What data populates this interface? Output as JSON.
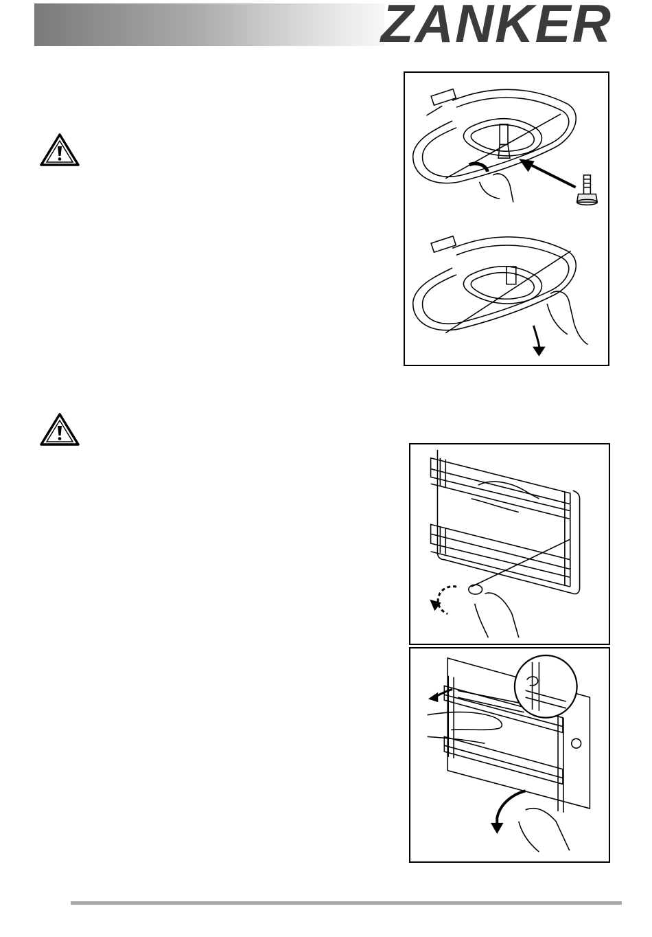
{
  "header": {
    "brand": "ZANKER"
  },
  "icons": {
    "warning": "warning-triangle-icon"
  },
  "figures": {
    "grill_element_remove": "grill-element-illustration",
    "grill_element_lower": "grill-element-lowered-illustration",
    "shelf_support_unscrew": "shelf-support-unscrew-illustration",
    "shelf_support_remove": "shelf-support-remove-illustration"
  },
  "colors": {
    "header_gradient_start": "#7a7a7a",
    "header_gradient_end": "#f7f7f7",
    "logo": "#3b3b3b",
    "footer_rule": "#a8a8a8"
  }
}
